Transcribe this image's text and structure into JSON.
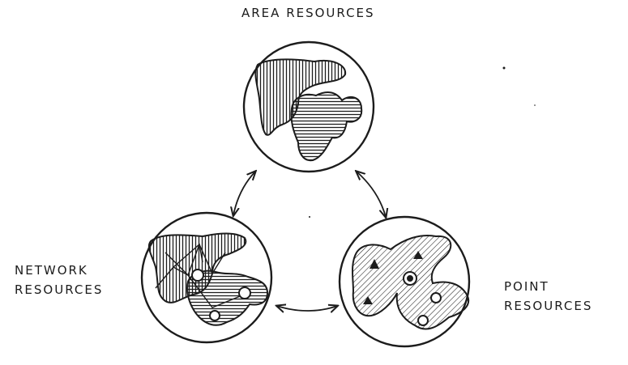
{
  "labels": {
    "top": "AREA RESOURCES",
    "left_line1": "NETWORK",
    "left_line2": "RESOURCES",
    "right_line1": "POINT",
    "right_line2": "RESOURCES"
  },
  "point_markers": [
    "A",
    "A",
    "A"
  ],
  "colors": {
    "ink": "#1c1c1c",
    "paper": "#ffffff"
  }
}
